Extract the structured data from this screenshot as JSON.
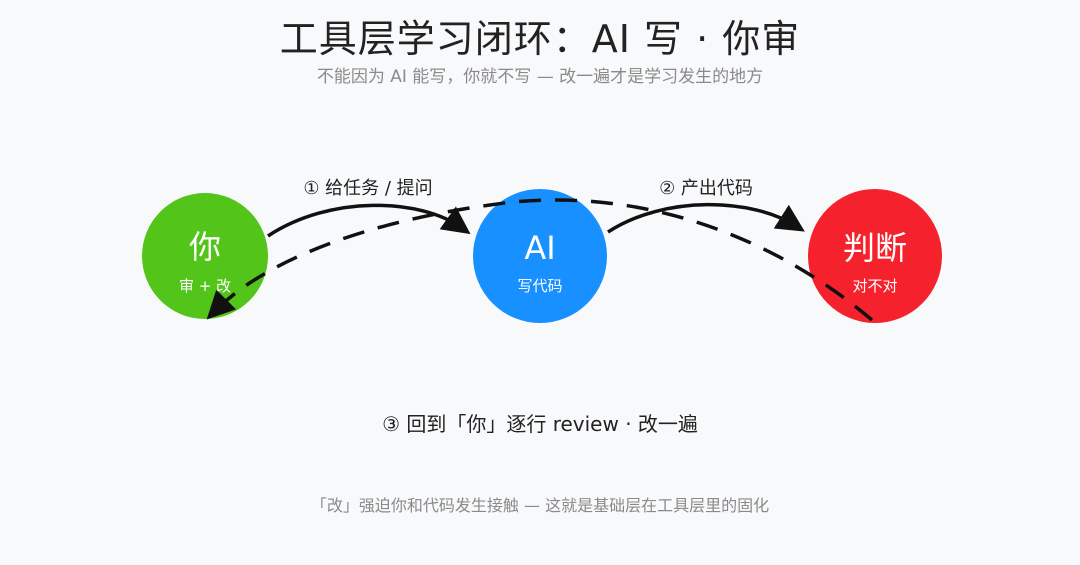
{
  "title": "工具层学习闭环：AI 写 · 你审",
  "subtitle": "不能因为 AI 能写，你就不写 — 改一遍才是学习发生的地方",
  "nodes": {
    "you": {
      "title": "你",
      "subtitle": "审 + 改",
      "color": "#52c41a"
    },
    "ai": {
      "title": "AI",
      "subtitle": "写代码",
      "color": "#1890ff"
    },
    "judge": {
      "title": "判断",
      "subtitle": "对不对",
      "color": "#f5222d"
    }
  },
  "steps": {
    "step1": "① 给任务 / 提问",
    "step2": "② 产出代码",
    "step3": "③ 回到「你」逐行 review · 改一遍"
  },
  "footer": "「改」强迫你和代码发生接触 — 这就是基础层在工具层里的固化",
  "colors": {
    "arrow": "#111111",
    "background": "#f8f9fb"
  }
}
